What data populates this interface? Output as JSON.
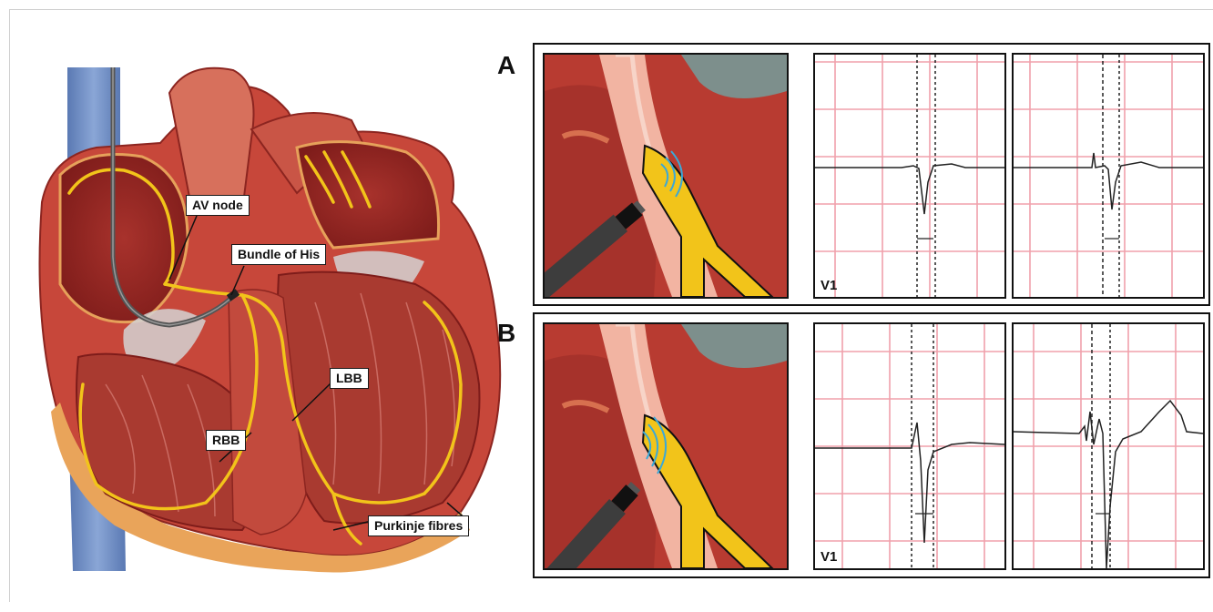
{
  "heart": {
    "labels": {
      "av_node": "AV node",
      "bundle_of_his": "Bundle of His",
      "lbb": "LBB",
      "rbb": "RBB",
      "purkinje": "Purkinje fibres"
    }
  },
  "panels": [
    {
      "letter": "A",
      "lead": "V1"
    },
    {
      "letter": "B",
      "lead": "V1"
    }
  ],
  "colors": {
    "myocardium": "#b8392f",
    "conduction": "#f2c41a",
    "vena_cava": "#6f8fc4",
    "ecg_grid": "#f0a0ab",
    "pacing_wave": "#3aa8d8"
  }
}
